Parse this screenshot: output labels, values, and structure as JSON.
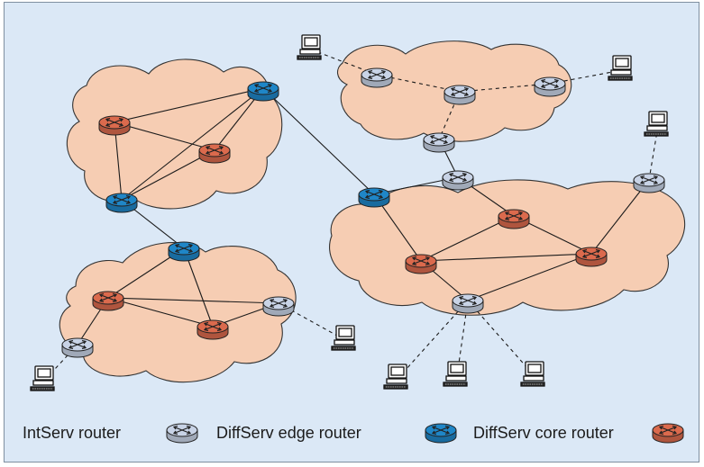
{
  "diagram": {
    "colors": {
      "background": "#dbe8f6",
      "cloud": "#f6cdb3",
      "intserv": "#c8d3e6",
      "diffserv_edge": "#1f86c7",
      "diffserv_core": "#db6a4d"
    },
    "router_types": {
      "intserv": {
        "icon": "intserv-router-icon"
      },
      "edge": {
        "icon": "diffserv-edge-router-icon"
      },
      "core": {
        "icon": "diffserv-core-router-icon"
      }
    },
    "legend": {
      "intserv_label": "IntServ router",
      "edge_label": "DiffServ edge router",
      "core_label": "DiffServ core router"
    }
  }
}
